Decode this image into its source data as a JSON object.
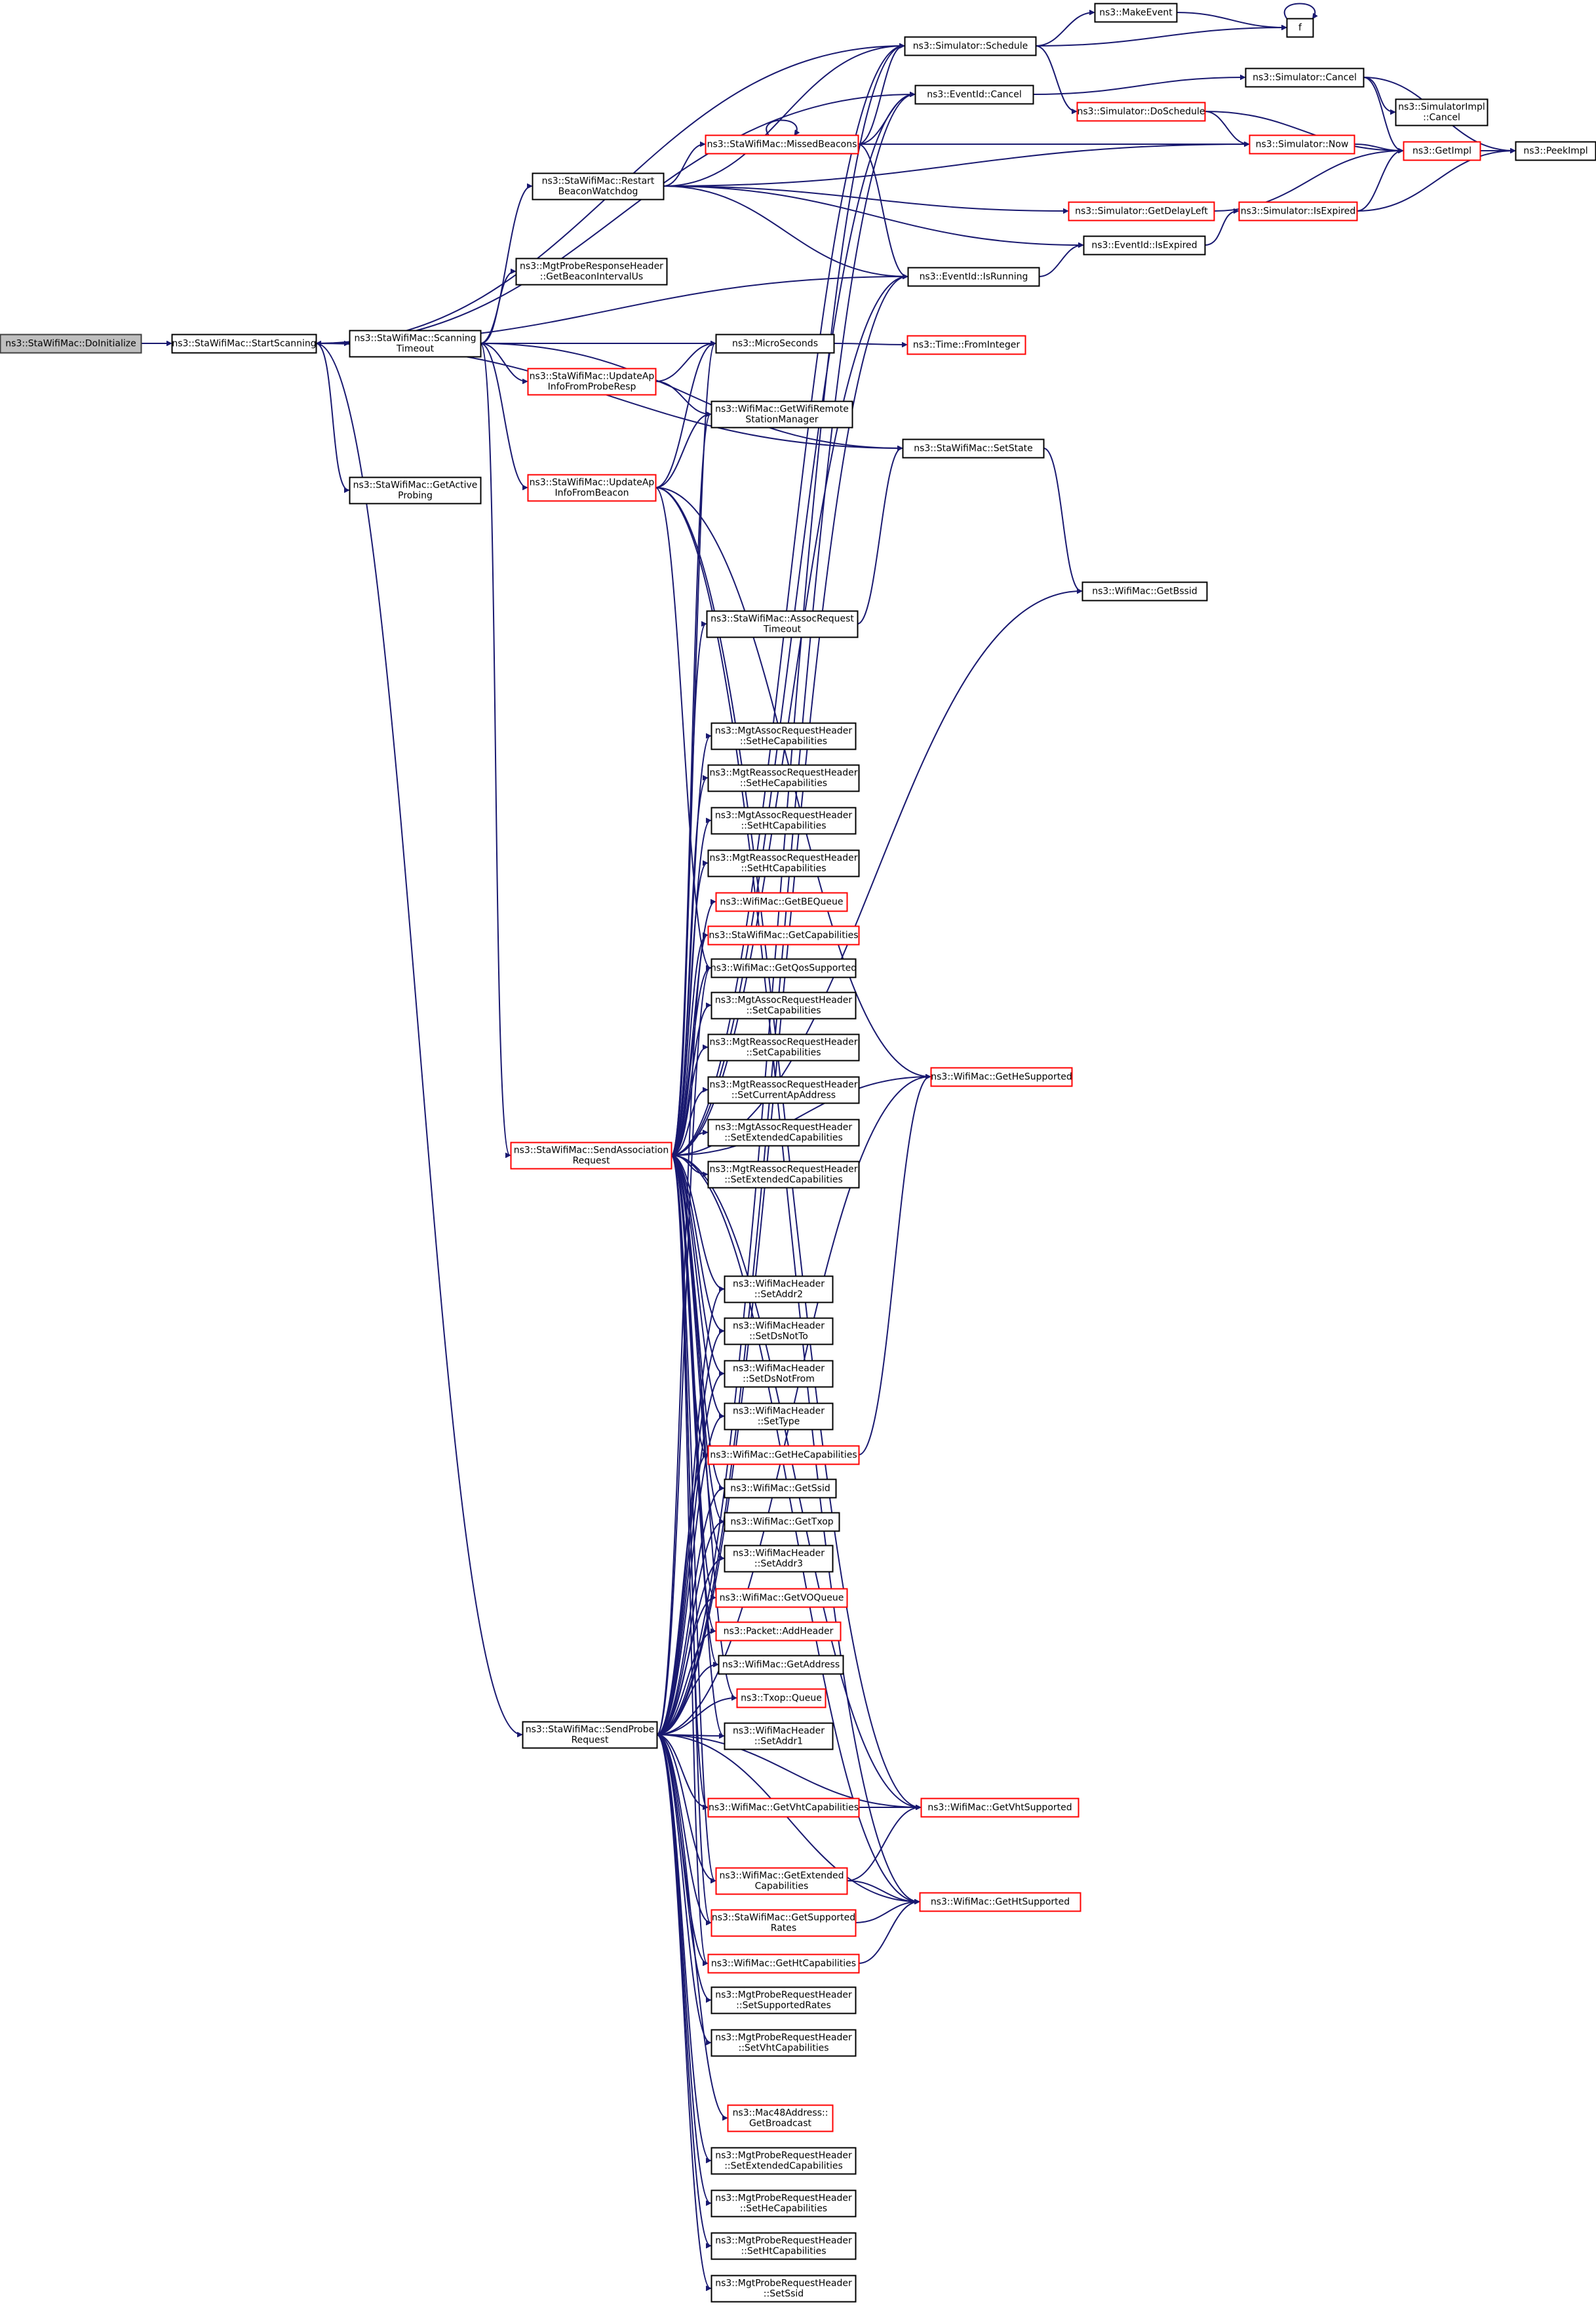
{
  "nodes": [
    {
      "id": "root",
      "lines": [
        "ns3::StaWifiMac::DoInitialize"
      ],
      "style": "root"
    },
    {
      "id": "start",
      "lines": [
        "ns3::StaWifiMac::StartScanning"
      ],
      "style": "black"
    },
    {
      "id": "scanTimeout",
      "lines": [
        "ns3::StaWifiMac::Scanning",
        "Timeout"
      ],
      "style": "black"
    },
    {
      "id": "getActive",
      "lines": [
        "ns3::StaWifiMac::GetActive",
        "Probing"
      ],
      "style": "black"
    },
    {
      "id": "restartBW",
      "lines": [
        "ns3::StaWifiMac::Restart",
        "BeaconWatchdog"
      ],
      "style": "black"
    },
    {
      "id": "mgtBeaconInt",
      "lines": [
        "ns3::MgtProbeResponseHeader",
        "::GetBeaconIntervalUs"
      ],
      "style": "black"
    },
    {
      "id": "sendAssoc",
      "lines": [
        "ns3::StaWifiMac::SendAssociation",
        "Request"
      ],
      "style": "red"
    },
    {
      "id": "sendProbe",
      "lines": [
        "ns3::StaWifiMac::SendProbe",
        "Request"
      ],
      "style": "black"
    },
    {
      "id": "updApProbe",
      "lines": [
        "ns3::StaWifiMac::UpdateAp",
        "InfoFromProbeResp"
      ],
      "style": "red"
    },
    {
      "id": "updApBeacon",
      "lines": [
        "ns3::StaWifiMac::UpdateAp",
        "InfoFromBeacon"
      ],
      "style": "red"
    },
    {
      "id": "missedBeacons",
      "lines": [
        "ns3::StaWifiMac::MissedBeacons"
      ],
      "style": "red"
    },
    {
      "id": "microSeconds",
      "lines": [
        "ns3::MicroSeconds"
      ],
      "style": "black"
    },
    {
      "id": "getWifiRemote",
      "lines": [
        "ns3::WifiMac::GetWifiRemote",
        "StationManager"
      ],
      "style": "black"
    },
    {
      "id": "assocTimeout",
      "lines": [
        "ns3::StaWifiMac::AssocRequest",
        "Timeout"
      ],
      "style": "black"
    },
    {
      "id": "mgtAssocHe",
      "lines": [
        "ns3::MgtAssocRequestHeader",
        "::SetHeCapabilities"
      ],
      "style": "black"
    },
    {
      "id": "mgtReassocHe",
      "lines": [
        "ns3::MgtReassocRequestHeader",
        "::SetHeCapabilities"
      ],
      "style": "black"
    },
    {
      "id": "mgtAssocHt",
      "lines": [
        "ns3::MgtAssocRequestHeader",
        "::SetHtCapabilities"
      ],
      "style": "black"
    },
    {
      "id": "mgtReassocHt",
      "lines": [
        "ns3::MgtReassocRequestHeader",
        "::SetHtCapabilities"
      ],
      "style": "black"
    },
    {
      "id": "getBEQueue",
      "lines": [
        "ns3::WifiMac::GetBEQueue"
      ],
      "style": "red"
    },
    {
      "id": "staGetCap",
      "lines": [
        "ns3::StaWifiMac::GetCapabilities"
      ],
      "style": "red"
    },
    {
      "id": "getQos",
      "lines": [
        "ns3::WifiMac::GetQosSupported"
      ],
      "style": "black"
    },
    {
      "id": "mgtAssocCap",
      "lines": [
        "ns3::MgtAssocRequestHeader",
        "::SetCapabilities"
      ],
      "style": "black"
    },
    {
      "id": "mgtReassocCap",
      "lines": [
        "ns3::MgtReassocRequestHeader",
        "::SetCapabilities"
      ],
      "style": "black"
    },
    {
      "id": "mgtReassocCur",
      "lines": [
        "ns3::MgtReassocRequestHeader",
        "::SetCurrentApAddress"
      ],
      "style": "black"
    },
    {
      "id": "mgtAssocExt",
      "lines": [
        "ns3::MgtAssocRequestHeader",
        "::SetExtendedCapabilities"
      ],
      "style": "black"
    },
    {
      "id": "mgtReassocExt",
      "lines": [
        "ns3::MgtReassocRequestHeader",
        "::SetExtendedCapabilities"
      ],
      "style": "black"
    },
    {
      "id": "setAddr2",
      "lines": [
        "ns3::WifiMacHeader",
        "::SetAddr2"
      ],
      "style": "black"
    },
    {
      "id": "setDsNotTo",
      "lines": [
        "ns3::WifiMacHeader",
        "::SetDsNotTo"
      ],
      "style": "black"
    },
    {
      "id": "setDsNotFrom",
      "lines": [
        "ns3::WifiMacHeader",
        "::SetDsNotFrom"
      ],
      "style": "black"
    },
    {
      "id": "setType",
      "lines": [
        "ns3::WifiMacHeader",
        "::SetType"
      ],
      "style": "black"
    },
    {
      "id": "getHeCap",
      "lines": [
        "ns3::WifiMac::GetHeCapabilities"
      ],
      "style": "red"
    },
    {
      "id": "getSsid",
      "lines": [
        "ns3::WifiMac::GetSsid"
      ],
      "style": "black"
    },
    {
      "id": "getTxop",
      "lines": [
        "ns3::WifiMac::GetTxop"
      ],
      "style": "black"
    },
    {
      "id": "setAddr3",
      "lines": [
        "ns3::WifiMacHeader",
        "::SetAddr3"
      ],
      "style": "black"
    },
    {
      "id": "getVOQueue",
      "lines": [
        "ns3::WifiMac::GetVOQueue"
      ],
      "style": "red"
    },
    {
      "id": "addHeader",
      "lines": [
        "ns3::Packet::AddHeader"
      ],
      "style": "red"
    },
    {
      "id": "getAddress",
      "lines": [
        "ns3::WifiMac::GetAddress"
      ],
      "style": "black"
    },
    {
      "id": "txopQueue",
      "lines": [
        "ns3::Txop::Queue"
      ],
      "style": "red"
    },
    {
      "id": "setAddr1",
      "lines": [
        "ns3::WifiMacHeader",
        "::SetAddr1"
      ],
      "style": "black"
    },
    {
      "id": "getVhtCap",
      "lines": [
        "ns3::WifiMac::GetVhtCapabilities"
      ],
      "style": "red"
    },
    {
      "id": "getExtCap",
      "lines": [
        "ns3::WifiMac::GetExtended",
        "Capabilities"
      ],
      "style": "red"
    },
    {
      "id": "getSuppRates",
      "lines": [
        "ns3::StaWifiMac::GetSupported",
        "Rates"
      ],
      "style": "red"
    },
    {
      "id": "getHtCap",
      "lines": [
        "ns3::WifiMac::GetHtCapabilities"
      ],
      "style": "red"
    },
    {
      "id": "mgtProbeRates",
      "lines": [
        "ns3::MgtProbeRequestHeader",
        "::SetSupportedRates"
      ],
      "style": "black"
    },
    {
      "id": "mgtProbeVht",
      "lines": [
        "ns3::MgtProbeRequestHeader",
        "::SetVhtCapabilities"
      ],
      "style": "black"
    },
    {
      "id": "mac48Bcast",
      "lines": [
        "ns3::Mac48Address::",
        "GetBroadcast"
      ],
      "style": "red"
    },
    {
      "id": "mgtProbeExt",
      "lines": [
        "ns3::MgtProbeRequestHeader",
        "::SetExtendedCapabilities"
      ],
      "style": "black"
    },
    {
      "id": "mgtProbeHe",
      "lines": [
        "ns3::MgtProbeRequestHeader",
        "::SetHeCapabilities"
      ],
      "style": "black"
    },
    {
      "id": "mgtProbeHt",
      "lines": [
        "ns3::MgtProbeRequestHeader",
        "::SetHtCapabilities"
      ],
      "style": "black"
    },
    {
      "id": "mgtProbeSsid",
      "lines": [
        "ns3::MgtProbeRequestHeader",
        "::SetSsid"
      ],
      "style": "black"
    },
    {
      "id": "simSchedule",
      "lines": [
        "ns3::Simulator::Schedule"
      ],
      "style": "black"
    },
    {
      "id": "eventCancel",
      "lines": [
        "ns3::EventId::Cancel"
      ],
      "style": "black"
    },
    {
      "id": "simDoSchedule",
      "lines": [
        "ns3::Simulator::DoSchedule"
      ],
      "style": "red"
    },
    {
      "id": "simGetDelayLeft",
      "lines": [
        "ns3::Simulator::GetDelayLeft"
      ],
      "style": "red"
    },
    {
      "id": "eventIsRunning",
      "lines": [
        "ns3::EventId::IsRunning"
      ],
      "style": "black"
    },
    {
      "id": "timeFromInt",
      "lines": [
        "ns3::Time::FromInteger"
      ],
      "style": "red"
    },
    {
      "id": "setState",
      "lines": [
        "ns3::StaWifiMac::SetState"
      ],
      "style": "black"
    },
    {
      "id": "getHeSupp",
      "lines": [
        "ns3::WifiMac::GetHeSupported"
      ],
      "style": "red"
    },
    {
      "id": "getVhtSupp",
      "lines": [
        "ns3::WifiMac::GetVhtSupported"
      ],
      "style": "red"
    },
    {
      "id": "getHtSupp",
      "lines": [
        "ns3::WifiMac::GetHtSupported"
      ],
      "style": "red"
    },
    {
      "id": "makeEvent",
      "lines": [
        "ns3::MakeEvent"
      ],
      "style": "black"
    },
    {
      "id": "simCancel",
      "lines": [
        "ns3::Simulator::Cancel"
      ],
      "style": "black"
    },
    {
      "id": "simNow",
      "lines": [
        "ns3::Simulator::Now"
      ],
      "style": "red"
    },
    {
      "id": "eventIsExpired",
      "lines": [
        "ns3::EventId::IsExpired"
      ],
      "style": "black"
    },
    {
      "id": "getBssid",
      "lines": [
        "ns3::WifiMac::GetBssid"
      ],
      "style": "black"
    },
    {
      "id": "f",
      "lines": [
        "f"
      ],
      "style": "black"
    },
    {
      "id": "simImplCancel",
      "lines": [
        "ns3::SimulatorImpl",
        "::Cancel"
      ],
      "style": "black"
    },
    {
      "id": "simIsExpired",
      "lines": [
        "ns3::Simulator::IsExpired"
      ],
      "style": "red"
    },
    {
      "id": "getImpl",
      "lines": [
        "ns3::GetImpl"
      ],
      "style": "red"
    },
    {
      "id": "peekImpl",
      "lines": [
        "ns3::PeekImpl"
      ],
      "style": "black"
    }
  ],
  "edges": [
    [
      "root",
      "start"
    ],
    [
      "start",
      "scanTimeout"
    ],
    [
      "start",
      "getActive"
    ],
    [
      "start",
      "simSchedule"
    ],
    [
      "start",
      "eventCancel"
    ],
    [
      "start",
      "eventIsRunning"
    ],
    [
      "start",
      "setState"
    ],
    [
      "start",
      "sendProbe"
    ],
    [
      "scanTimeout",
      "start"
    ],
    [
      "scanTimeout",
      "restartBW"
    ],
    [
      "scanTimeout",
      "mgtBeaconInt"
    ],
    [
      "scanTimeout",
      "updApProbe"
    ],
    [
      "scanTimeout",
      "updApBeacon"
    ],
    [
      "scanTimeout",
      "sendAssoc"
    ],
    [
      "scanTimeout",
      "microSeconds"
    ],
    [
      "scanTimeout",
      "setState"
    ],
    [
      "restartBW",
      "simSchedule"
    ],
    [
      "restartBW",
      "missedBeacons"
    ],
    [
      "restartBW",
      "simNow"
    ],
    [
      "restartBW",
      "simGetDelayLeft"
    ],
    [
      "restartBW",
      "eventIsExpired"
    ],
    [
      "restartBW",
      "eventIsRunning"
    ],
    [
      "updApProbe",
      "microSeconds"
    ],
    [
      "updApProbe",
      "getWifiRemote"
    ],
    [
      "updApBeacon",
      "microSeconds"
    ],
    [
      "updApBeacon",
      "getWifiRemote"
    ],
    [
      "updApBeacon",
      "getHeSupp"
    ],
    [
      "updApBeacon",
      "getVhtSupp"
    ],
    [
      "updApBeacon",
      "getHtSupp"
    ],
    [
      "updApBeacon",
      "getQos"
    ],
    [
      "missedBeacons",
      "missedBeacons"
    ],
    [
      "missedBeacons",
      "simSchedule"
    ],
    [
      "missedBeacons",
      "eventCancel"
    ],
    [
      "missedBeacons",
      "simNow"
    ],
    [
      "missedBeacons",
      "eventIsRunning"
    ],
    [
      "microSeconds",
      "timeFromInt"
    ],
    [
      "assocTimeout",
      "setState"
    ],
    [
      "sendAssoc",
      "simSchedule"
    ],
    [
      "sendAssoc",
      "eventCancel"
    ],
    [
      "sendAssoc",
      "eventIsRunning"
    ],
    [
      "sendAssoc",
      "microSeconds"
    ],
    [
      "sendAssoc",
      "getWifiRemote"
    ],
    [
      "sendAssoc",
      "assocTimeout"
    ],
    [
      "sendAssoc",
      "getBssid"
    ],
    [
      "sendAssoc",
      "mgtAssocHe"
    ],
    [
      "sendAssoc",
      "mgtReassocHe"
    ],
    [
      "sendAssoc",
      "mgtAssocHt"
    ],
    [
      "sendAssoc",
      "mgtReassocHt"
    ],
    [
      "sendAssoc",
      "getBEQueue"
    ],
    [
      "sendAssoc",
      "staGetCap"
    ],
    [
      "sendAssoc",
      "getQos"
    ],
    [
      "sendAssoc",
      "mgtAssocCap"
    ],
    [
      "sendAssoc",
      "mgtReassocCap"
    ],
    [
      "sendAssoc",
      "mgtReassocCur"
    ],
    [
      "sendAssoc",
      "mgtAssocExt"
    ],
    [
      "sendAssoc",
      "mgtReassocExt"
    ],
    [
      "sendAssoc",
      "setAddr2"
    ],
    [
      "sendAssoc",
      "setDsNotTo"
    ],
    [
      "sendAssoc",
      "setDsNotFrom"
    ],
    [
      "sendAssoc",
      "setType"
    ],
    [
      "sendAssoc",
      "getHeCap"
    ],
    [
      "sendAssoc",
      "getSsid"
    ],
    [
      "sendAssoc",
      "getTxop"
    ],
    [
      "sendAssoc",
      "setAddr3"
    ],
    [
      "sendAssoc",
      "getVOQueue"
    ],
    [
      "sendAssoc",
      "addHeader"
    ],
    [
      "sendAssoc",
      "getAddress"
    ],
    [
      "sendAssoc",
      "txopQueue"
    ],
    [
      "sendAssoc",
      "setAddr1"
    ],
    [
      "sendAssoc",
      "getVhtCap"
    ],
    [
      "sendAssoc",
      "getExtCap"
    ],
    [
      "sendAssoc",
      "getSuppRates"
    ],
    [
      "sendAssoc",
      "getHtCap"
    ],
    [
      "sendAssoc",
      "getHeSupp"
    ],
    [
      "sendAssoc",
      "getVhtSupp"
    ],
    [
      "sendAssoc",
      "getHtSupp"
    ],
    [
      "sendProbe",
      "simSchedule"
    ],
    [
      "sendProbe",
      "eventCancel"
    ],
    [
      "sendProbe",
      "eventIsRunning"
    ],
    [
      "sendProbe",
      "setAddr2"
    ],
    [
      "sendProbe",
      "setDsNotTo"
    ],
    [
      "sendProbe",
      "setDsNotFrom"
    ],
    [
      "sendProbe",
      "setType"
    ],
    [
      "sendProbe",
      "getHeCap"
    ],
    [
      "sendProbe",
      "getSsid"
    ],
    [
      "sendProbe",
      "getTxop"
    ],
    [
      "sendProbe",
      "setAddr3"
    ],
    [
      "sendProbe",
      "getVOQueue"
    ],
    [
      "sendProbe",
      "addHeader"
    ],
    [
      "sendProbe",
      "getAddress"
    ],
    [
      "sendProbe",
      "txopQueue"
    ],
    [
      "sendProbe",
      "setAddr1"
    ],
    [
      "sendProbe",
      "getVhtCap"
    ],
    [
      "sendProbe",
      "getExtCap"
    ],
    [
      "sendProbe",
      "getSuppRates"
    ],
    [
      "sendProbe",
      "getHtCap"
    ],
    [
      "sendProbe",
      "getQos"
    ],
    [
      "sendProbe",
      "staGetCap"
    ],
    [
      "sendProbe",
      "mgtProbeRates"
    ],
    [
      "sendProbe",
      "mgtProbeVht"
    ],
    [
      "sendProbe",
      "mac48Bcast"
    ],
    [
      "sendProbe",
      "mgtProbeExt"
    ],
    [
      "sendProbe",
      "mgtProbeHe"
    ],
    [
      "sendProbe",
      "mgtProbeHt"
    ],
    [
      "sendProbe",
      "mgtProbeSsid"
    ],
    [
      "sendProbe",
      "getHeSupp"
    ],
    [
      "sendProbe",
      "getVhtSupp"
    ],
    [
      "sendProbe",
      "getHtSupp"
    ],
    [
      "getHeCap",
      "getHeSupp"
    ],
    [
      "getVhtCap",
      "getVhtSupp"
    ],
    [
      "getExtCap",
      "getVhtSupp"
    ],
    [
      "getExtCap",
      "getHtSupp"
    ],
    [
      "getSuppRates",
      "getHtSupp"
    ],
    [
      "getHtCap",
      "getHtSupp"
    ],
    [
      "simSchedule",
      "makeEvent"
    ],
    [
      "simSchedule",
      "f"
    ],
    [
      "simSchedule",
      "simDoSchedule"
    ],
    [
      "eventCancel",
      "simCancel"
    ],
    [
      "simDoSchedule",
      "simNow"
    ],
    [
      "simDoSchedule",
      "getImpl"
    ],
    [
      "simGetDelayLeft",
      "getImpl"
    ],
    [
      "eventIsRunning",
      "eventIsExpired"
    ],
    [
      "setState",
      "getBssid"
    ],
    [
      "makeEvent",
      "f"
    ],
    [
      "f",
      "f"
    ],
    [
      "simCancel",
      "simImplCancel"
    ],
    [
      "simCancel",
      "getImpl"
    ],
    [
      "simCancel",
      "peekImpl"
    ],
    [
      "simNow",
      "getImpl"
    ],
    [
      "eventIsExpired",
      "simIsExpired"
    ],
    [
      "simIsExpired",
      "getImpl"
    ],
    [
      "simIsExpired",
      "peekImpl"
    ],
    [
      "getImpl",
      "peekImpl"
    ]
  ]
}
